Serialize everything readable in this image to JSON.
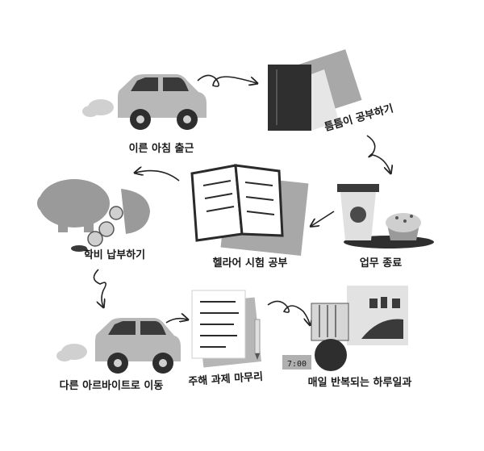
{
  "steps": {
    "commute_morning": "이른 아침 출근",
    "study_break": "틈틈이 공부하기",
    "work_end": "업무 종료",
    "hellas_exam": "헬라어 시험 공부",
    "tuition_pay": "학비 납부하기",
    "move_parttime": "다른 아르바이트로 이동",
    "weekly_assignment": "주해 과제 마무리",
    "daily_routine": "매일 반복되는 하루일과"
  },
  "clock": {
    "time": "7:00"
  },
  "colors": {
    "dark": "#3a3a3a",
    "mid": "#9a9a9a",
    "light": "#d4d4d4",
    "ink": "#1a1a1a"
  }
}
